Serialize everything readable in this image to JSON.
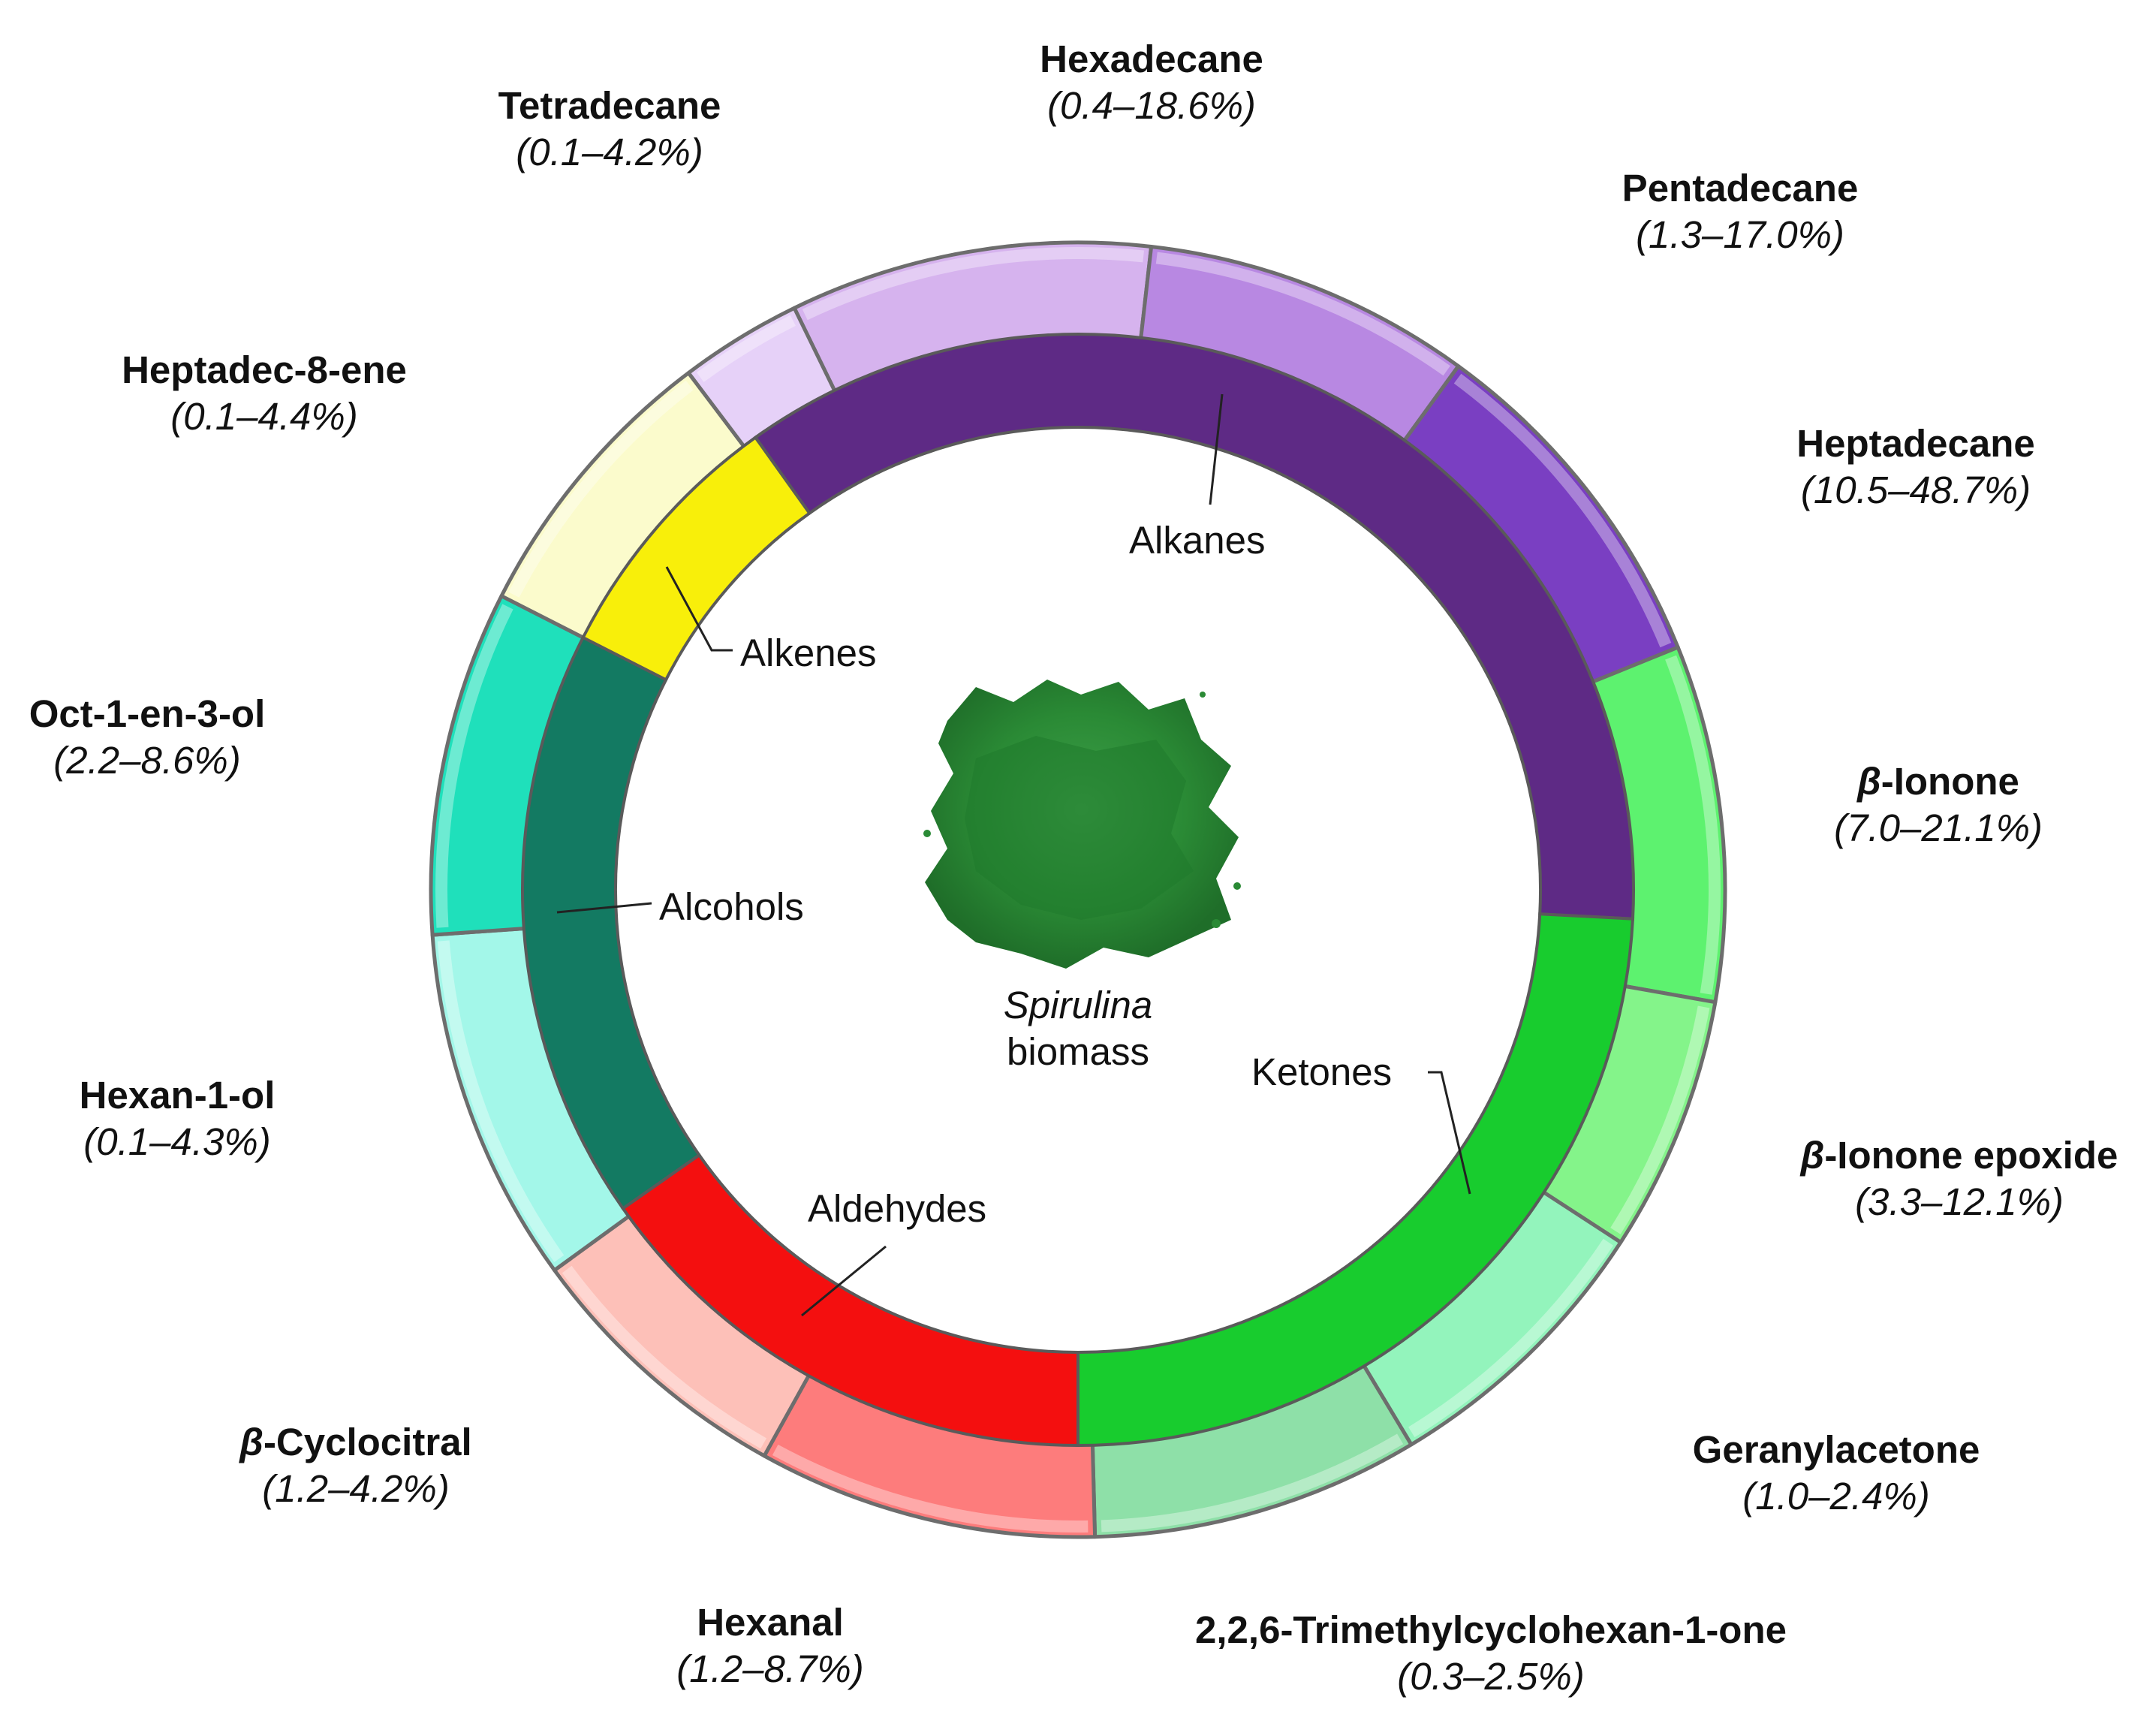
{
  "chart_data": {
    "type": "sunburst",
    "title": "",
    "center": {
      "label_italic": "Spirulina",
      "label": "biomass"
    },
    "classes": [
      {
        "name": "Alkanes",
        "color": "#5e2a85"
      },
      {
        "name": "Ketones",
        "color": "#18cc2e"
      },
      {
        "name": "Aldehydes",
        "color": "#f40f0f"
      },
      {
        "name": "Alcohols",
        "color": "#137a62"
      },
      {
        "name": "Alkenes",
        "color": "#f8ef0a"
      }
    ],
    "compounds": [
      {
        "greek": "",
        "name": "Hexadecane",
        "range": "(0.4–18.6%)",
        "class": "Alkanes",
        "color": "#d6b3ee"
      },
      {
        "greek": "",
        "name": "Pentadecane",
        "range": "(1.3–17.0%)",
        "class": "Alkanes",
        "color": "#b888e2"
      },
      {
        "greek": "",
        "name": "Heptadecane",
        "range": "(10.5–48.7%)",
        "class": "Alkanes",
        "color": "#7a3fc2"
      },
      {
        "greek": "β",
        "name": "-Ionone",
        "range": "(7.0–21.1%)",
        "class": "Ketones",
        "color": "#5df26f"
      },
      {
        "greek": "β",
        "name": "-Ionone epoxide",
        "range": "(3.3–12.1%)",
        "class": "Ketones",
        "color": "#84f48a"
      },
      {
        "greek": "",
        "name": "Geranylacetone",
        "range": "(1.0–2.4%)",
        "class": "Ketones",
        "color": "#93f4bc"
      },
      {
        "greek": "",
        "name": "2,2,6-Trimethylcyclohexan-1-one",
        "range": "(0.3–2.5%)",
        "class": "Ketones",
        "color": "#8ee0a8"
      },
      {
        "greek": "",
        "name": "Hexanal",
        "range": "(1.2–8.7%)",
        "class": "Aldehydes",
        "color": "#fd7c7c"
      },
      {
        "greek": "β",
        "name": "-Cyclocitral",
        "range": "(1.2–4.2%)",
        "class": "Aldehydes",
        "color": "#fdc0b8"
      },
      {
        "greek": "",
        "name": "Hexan-1-ol",
        "range": "(0.1–4.3%)",
        "class": "Alcohols",
        "color": "#a3f7e9"
      },
      {
        "greek": "",
        "name": "Oct-1-en-3-ol",
        "range": "(2.2–8.6%)",
        "class": "Alcohols",
        "color": "#1fe0bb"
      },
      {
        "greek": "",
        "name": "Heptadec-8-ene",
        "range": "(0.1–4.4%)",
        "class": "Alkenes",
        "color": "#fbfbcc"
      },
      {
        "greek": "",
        "name": "Tetradecane",
        "range": "(0.1–4.2%)",
        "class": "Alkanes",
        "color": "#e6d1f8"
      }
    ]
  }
}
